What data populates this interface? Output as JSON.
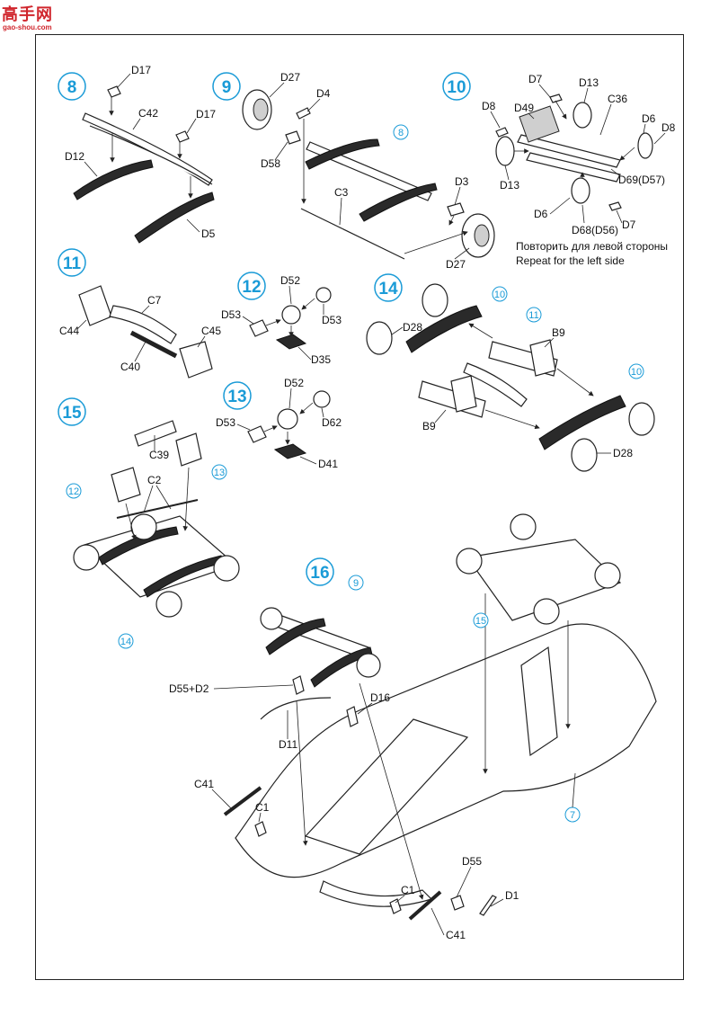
{
  "watermark": {
    "title": "高手网",
    "url": "gao-shou.com"
  },
  "steps": [
    {
      "num": "8",
      "parts": [
        "D17",
        "C42",
        "D17",
        "D12",
        "D5"
      ]
    },
    {
      "num": "9",
      "parts": [
        "D27",
        "D4",
        "D58",
        "C3",
        "D3",
        "D27"
      ],
      "ref": "8"
    },
    {
      "num": "10",
      "parts": [
        "D7",
        "D13",
        "C36",
        "D8",
        "D49",
        "D6",
        "D8",
        "D13",
        "D69(D57)",
        "D6",
        "D68(D56)",
        "D7"
      ],
      "note_ru": "Повторить для левой стороны",
      "note_en": "Repeat for the left side"
    },
    {
      "num": "11",
      "parts": [
        "C7",
        "C44",
        "C45",
        "C40"
      ]
    },
    {
      "num": "12",
      "parts": [
        "D52",
        "D53",
        "D53",
        "D35"
      ]
    },
    {
      "num": "13",
      "parts": [
        "D52",
        "D53",
        "D62",
        "D41"
      ]
    },
    {
      "num": "14",
      "parts": [
        "D28",
        "B9",
        "B9",
        "D28"
      ],
      "refs": [
        "10",
        "11",
        "10"
      ]
    },
    {
      "num": "15",
      "parts": [
        "C39",
        "C2"
      ],
      "refs": [
        "12",
        "13",
        "14"
      ]
    },
    {
      "num": "16",
      "parts": [
        "D55+D2",
        "D16",
        "D11",
        "C41",
        "C1",
        "D55",
        "D1",
        "C1",
        "C41"
      ],
      "refs": [
        "9",
        "15",
        "7"
      ]
    }
  ]
}
